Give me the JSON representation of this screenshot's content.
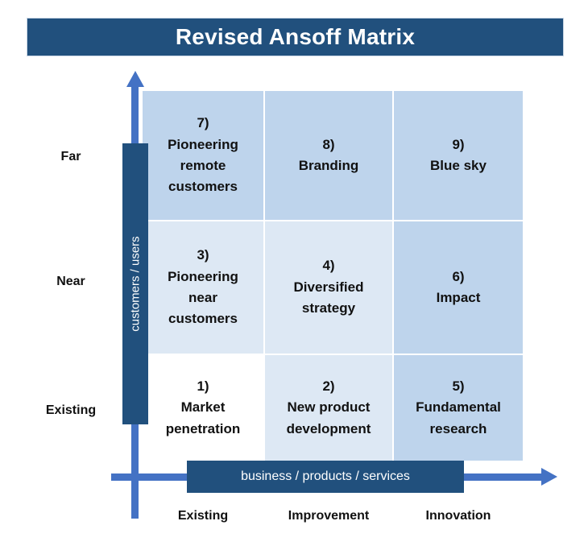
{
  "title": "Revised Ansoff Matrix",
  "axes": {
    "y_label": "customers / users",
    "x_label": "business / products / services",
    "y_ticks": [
      "Far",
      "Near",
      "Existing"
    ],
    "x_ticks": [
      "Existing",
      "Improvement",
      "Innovation"
    ]
  },
  "colors": {
    "header": "#21507d",
    "axis_arrow": "#4472c4",
    "cell_light": "#dde8f4",
    "cell_medium": "#bed4ec",
    "cell_white": "#ffffff",
    "text": "#111111"
  },
  "chart_data": {
    "type": "table",
    "title": "Revised Ansoff Matrix",
    "xlabel": "business / products / services",
    "ylabel": "customers / users",
    "columns": [
      "Existing",
      "Improvement",
      "Innovation"
    ],
    "rows": [
      "Far",
      "Near",
      "Existing"
    ],
    "cells": [
      [
        {
          "number": "7)",
          "label": "Pioneering\nremote\ncustomers",
          "shade": "medium"
        },
        {
          "number": "8)",
          "label": "Branding",
          "shade": "medium"
        },
        {
          "number": "9)",
          "label": "Blue sky",
          "shade": "medium"
        }
      ],
      [
        {
          "number": "3)",
          "label": "Pioneering\nnear\ncustomers",
          "shade": "light"
        },
        {
          "number": "4)",
          "label": "Diversified\nstrategy",
          "shade": "light"
        },
        {
          "number": "6)",
          "label": "Impact",
          "shade": "medium"
        }
      ],
      [
        {
          "number": "1)",
          "label": "Market\npenetration",
          "shade": "white"
        },
        {
          "number": "2)",
          "label": "New product\ndevelopment",
          "shade": "light"
        },
        {
          "number": "5)",
          "label": "Fundamental\nresearch",
          "shade": "medium"
        }
      ]
    ]
  }
}
